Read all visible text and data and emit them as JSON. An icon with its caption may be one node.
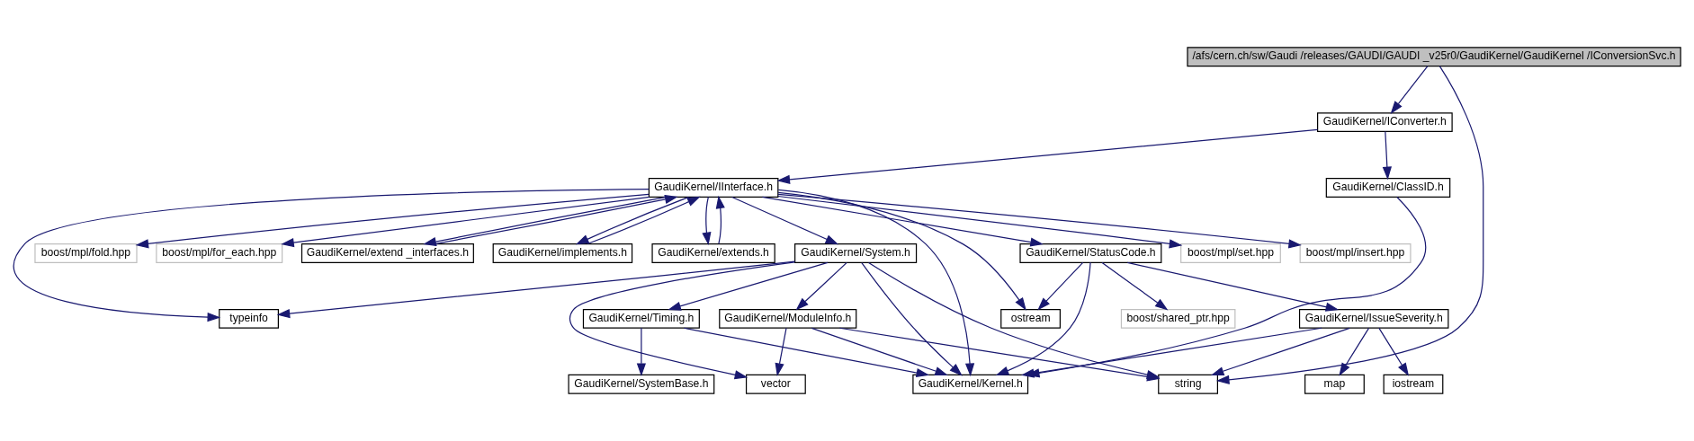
{
  "diagram": {
    "nodes": [
      {
        "text": [
          "/afs/cern.ch/sw/Gaudi /releases/GAUDI/GAUDI _v25r0/GaudiKernel/GaudiKernel /IConversionSvc.h"
        ]
      },
      {
        "text": [
          "GaudiKernel/IConverter.h"
        ]
      },
      {
        "text": [
          "GaudiKernel/ClassID.h"
        ]
      },
      {
        "text": [
          "GaudiKernel/IInterface.h"
        ]
      },
      {
        "text": [
          "GaudiKernel/StatusCode.h"
        ]
      },
      {
        "text": [
          "boost/mpl/set.hpp"
        ]
      },
      {
        "text": [
          "boost/mpl/insert.hpp"
        ]
      },
      {
        "text": [
          "boost/mpl/fold.hpp"
        ]
      },
      {
        "text": [
          "boost/mpl/for_each.hpp"
        ]
      },
      {
        "text": [
          "GaudiKernel/extend _interfaces.h"
        ]
      },
      {
        "text": [
          "GaudiKernel/implements.h"
        ]
      },
      {
        "text": [
          "GaudiKernel/extends.h"
        ]
      },
      {
        "text": [
          "GaudiKernel/System.h"
        ]
      },
      {
        "text": [
          "ostream"
        ]
      },
      {
        "text": [
          "GaudiKernel/IssueSeverity.h"
        ]
      },
      {
        "text": [
          "boost/shared_ptr.hpp"
        ]
      },
      {
        "text": [
          "typeinfo"
        ]
      },
      {
        "text": [
          "GaudiKernel/Timing.h"
        ]
      },
      {
        "text": [
          "GaudiKernel/ModuleInfo.h"
        ]
      },
      {
        "text": [
          "map"
        ]
      },
      {
        "text": [
          "iostream"
        ]
      },
      {
        "text": [
          "GaudiKernel/Kernel.h"
        ]
      },
      {
        "text": [
          "GaudiKernel/SystemBase.h"
        ]
      },
      {
        "text": [
          "string"
        ]
      },
      {
        "text": [
          "vector"
        ]
      }
    ],
    "edges": [
      {
        "from": 0,
        "to": 1,
        "arrow": "to"
      },
      {
        "from": 0,
        "to": 23,
        "arrow": "to"
      },
      {
        "from": 1,
        "to": 2,
        "arrow": "to"
      },
      {
        "from": 1,
        "to": 3,
        "arrow": "to"
      },
      {
        "from": 2,
        "to": 21,
        "arrow": "to"
      },
      {
        "from": 3,
        "to": 13,
        "arrow": "to"
      },
      {
        "from": 3,
        "to": 4,
        "arrow": "to"
      },
      {
        "from": 3,
        "to": 16,
        "arrow": "to"
      },
      {
        "from": 3,
        "to": 21,
        "arrow": "to"
      },
      {
        "from": 3,
        "to": 5,
        "arrow": "to"
      },
      {
        "from": 3,
        "to": 6,
        "arrow": "to"
      },
      {
        "from": 3,
        "to": 7,
        "arrow": "to"
      },
      {
        "from": 3,
        "to": 8,
        "arrow": "to"
      },
      {
        "from": 3,
        "to": 9,
        "arrow": "to"
      },
      {
        "from": 9,
        "to": 3,
        "arrow": "to"
      },
      {
        "from": 3,
        "to": 10,
        "arrow": "to"
      },
      {
        "from": 10,
        "to": 3,
        "arrow": "to"
      },
      {
        "from": 3,
        "to": 11,
        "arrow": "to"
      },
      {
        "from": 11,
        "to": 3,
        "arrow": "to"
      },
      {
        "from": 3,
        "to": 12,
        "arrow": "to"
      },
      {
        "from": 4,
        "to": 13,
        "arrow": "to"
      },
      {
        "from": 4,
        "to": 14,
        "arrow": "to"
      },
      {
        "from": 4,
        "to": 21,
        "arrow": "to"
      },
      {
        "from": 4,
        "to": 15,
        "arrow": "to"
      },
      {
        "from": 14,
        "to": 19,
        "arrow": "to"
      },
      {
        "from": 14,
        "to": 20,
        "arrow": "to"
      },
      {
        "from": 14,
        "to": 21,
        "arrow": "to"
      },
      {
        "from": 14,
        "to": 23,
        "arrow": "to"
      },
      {
        "from": 12,
        "to": 16,
        "arrow": "to"
      },
      {
        "from": 12,
        "to": 21,
        "arrow": "to"
      },
      {
        "from": 12,
        "to": 17,
        "arrow": "to"
      },
      {
        "from": 12,
        "to": 18,
        "arrow": "to"
      },
      {
        "from": 12,
        "to": 23,
        "arrow": "to"
      },
      {
        "from": 12,
        "to": 24,
        "arrow": "to"
      },
      {
        "from": 17,
        "to": 22,
        "arrow": "to"
      },
      {
        "from": 17,
        "to": 21,
        "arrow": "to"
      },
      {
        "from": 18,
        "to": 21,
        "arrow": "to"
      },
      {
        "from": 18,
        "to": 23,
        "arrow": "to"
      },
      {
        "from": 18,
        "to": 24,
        "arrow": "to"
      }
    ]
  }
}
